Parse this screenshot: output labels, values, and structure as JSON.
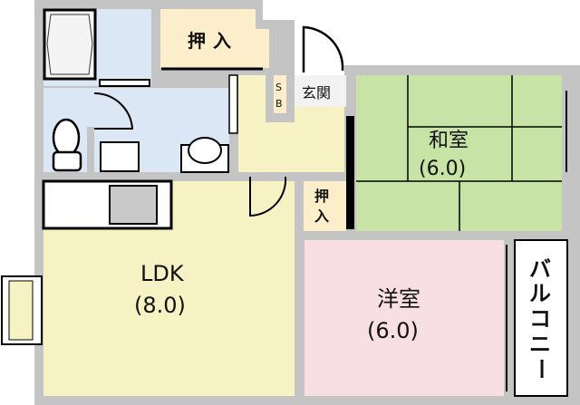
{
  "rooms": {
    "closet_top": "押入",
    "closet_small": [
      "押",
      "入"
    ],
    "shoe_box": [
      "S",
      "B"
    ],
    "entrance": "玄関",
    "japanese_room": {
      "name": "和室",
      "size": "(6.0)"
    },
    "ldk": {
      "name": "LDK",
      "size": "(8.0)"
    },
    "western_room": {
      "name": "洋室",
      "size": "(6.0)"
    },
    "balcony": [
      "バ",
      "ル",
      "コ",
      "ニ",
      "ー"
    ]
  },
  "colors": {
    "wall": "#c4c4c4",
    "wet_area": "#dce7f6",
    "closet": "#fdeecb",
    "floor_wood": "#f6f2c4",
    "tatami": "#c8e3a6",
    "western": "#f8dfe3"
  }
}
